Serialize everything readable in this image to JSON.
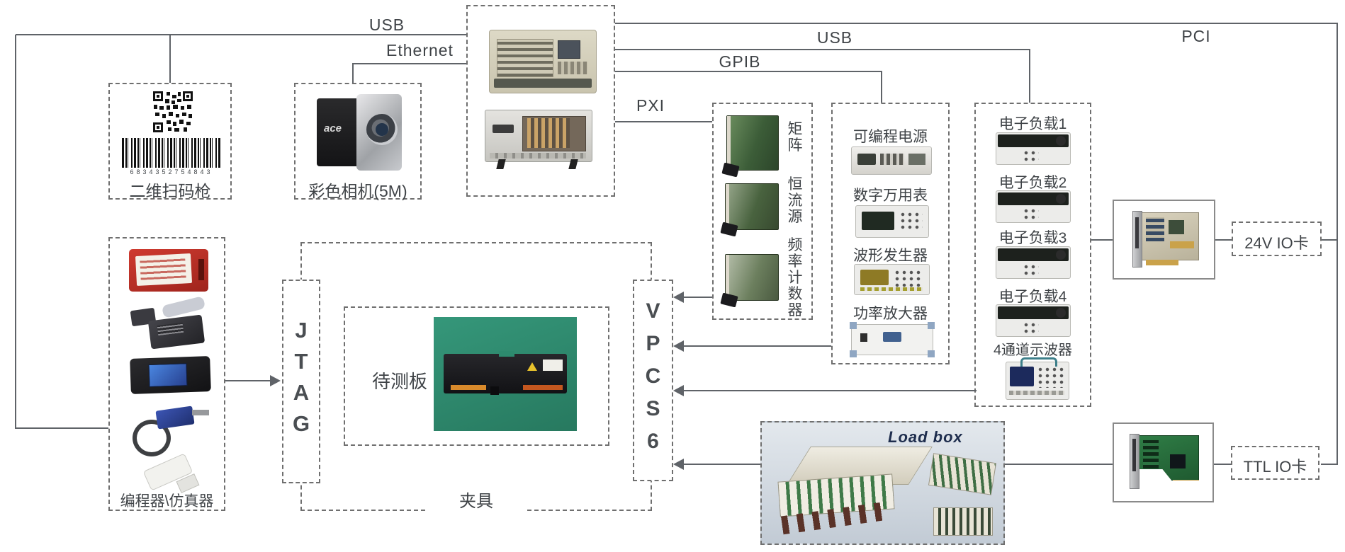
{
  "bus_labels": {
    "usb_left": "USB",
    "ethernet": "Ethernet",
    "usb_right": "USB",
    "gpib": "GPIB",
    "pxi": "PXI",
    "pci": "PCI"
  },
  "scanner": {
    "label": "二维扫码枪",
    "barcode_digits": "6834352754843"
  },
  "camera": {
    "label": "彩色相机(5M)",
    "logo": "ace"
  },
  "pxi_cards": {
    "matrix": "矩\n阵",
    "current_source": "恒\n流\n源",
    "freq_counter": "频\n率\n计\n数\n器"
  },
  "gpib_instruments": {
    "power_supply": "可编程电源",
    "multimeter": "数字万用表",
    "waveform_gen": "波形发生器",
    "power_amp": "功率放大器"
  },
  "loads": {
    "load1": "电子负载1",
    "load2": "电子负载2",
    "load3": "电子负载3",
    "load4": "电子负载4",
    "scope": "4通道示波器"
  },
  "io_cards": {
    "v24": "24V IO卡",
    "ttl": "TTL IO卡"
  },
  "programmers": {
    "label": "编程器\\仿真器"
  },
  "jtag": {
    "label": "J\nT\nA\nG"
  },
  "vpcs6": {
    "label": "V\nP\nC\nS\n6"
  },
  "fixture": {
    "label": "夹具"
  },
  "dut": {
    "label": "待测板"
  },
  "load_box": {
    "title": "Load box"
  }
}
